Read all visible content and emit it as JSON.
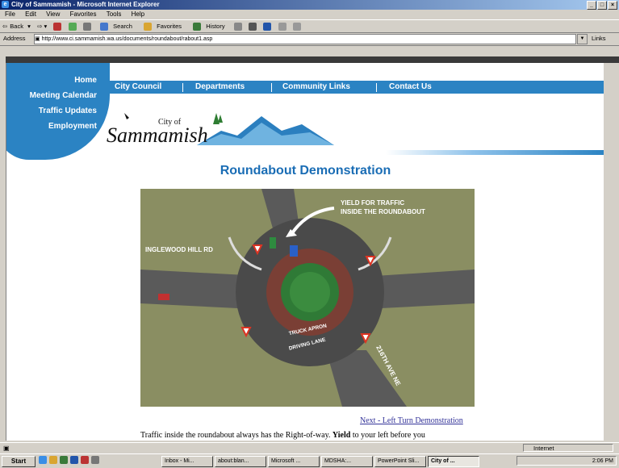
{
  "window": {
    "title": "City of Sammamish - Microsoft Internet Explorer"
  },
  "menu": [
    "File",
    "Edit",
    "View",
    "Favorites",
    "Tools",
    "Help"
  ],
  "toolbar": {
    "back": "Back",
    "search": "Search",
    "favorites": "Favorites",
    "history": "History"
  },
  "address": {
    "label": "Address",
    "url": "http://www.ci.sammamish.wa.us/documents/roundabout/rabout1.asp",
    "links": "Links"
  },
  "site": {
    "left_nav": [
      "Home",
      "Meeting Calendar",
      "Traffic Updates",
      "Employment"
    ],
    "top_nav": [
      "City Council",
      "Departments",
      "Community Links",
      "Contact Us"
    ],
    "logo": {
      "small": "City of",
      "big": "Sammamish"
    },
    "heading": "Roundabout Demonstration",
    "photo_labels": {
      "yield_callout": "YIELD FOR TRAFFIC\nINSIDE THE ROUNDABOUT",
      "road_west": "INGLEWOOD HILL RD",
      "road_south": "216TH AVE NE",
      "truck_apron": "TRUCK APRON",
      "driving_lane": "DRIVING LANE"
    },
    "next_link": "Next - Left Turn Demonstration",
    "paragraph_prefix": "Traffic inside the roundabout always has the Right-of-way.",
    "paragraph_bold": "Yield",
    "paragraph_suffix": "to your left before you"
  },
  "status": {
    "zone": "Internet"
  },
  "taskbar": {
    "start": "Start",
    "tasks": [
      "Inbox - Mi...",
      "about:blan...",
      "Microsoft ...",
      "MDSHA:...",
      "PowerPoint Sli...",
      "City of ..."
    ],
    "clock": "2:06 PM"
  },
  "colors": {
    "site_blue": "#2b83c3",
    "heading_blue": "#1a6db5",
    "link": "#333399"
  }
}
